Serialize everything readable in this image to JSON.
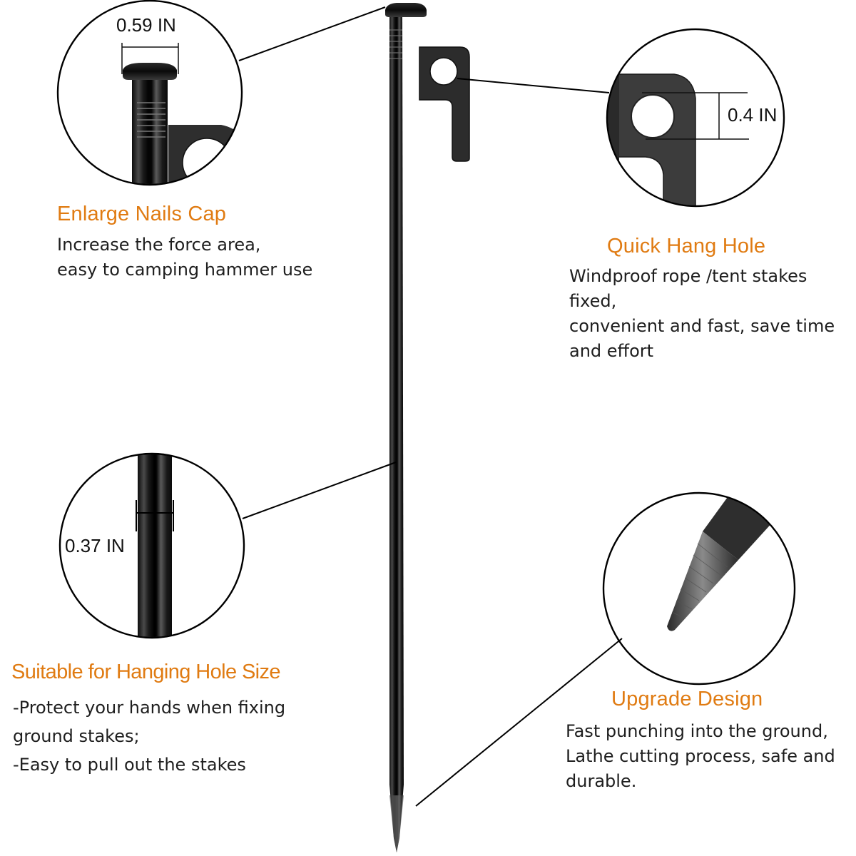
{
  "colors": {
    "heading": "#e07b12",
    "body_text": "#1e1e1e",
    "stake_metal": "#141414",
    "hook_plate": "#3a3a3a",
    "background": "#ffffff"
  },
  "product": {
    "name": "tent stake",
    "parts": [
      "nail cap",
      "ribbed neck",
      "hook plate with hanging hole",
      "shaft",
      "lathe-cut tip"
    ]
  },
  "callouts": [
    {
      "id": "cap",
      "dimension": "0.59 IN",
      "heading": "Enlarge Nails Cap",
      "lines": [
        "Increase the force area,",
        "easy to camping hammer use"
      ]
    },
    {
      "id": "hang-hole",
      "dimension": "0.4 IN",
      "heading": "Quick Hang Hole",
      "lines": [
        "Windproof rope /tent stakes",
        "fixed,",
        "convenient and fast, save time",
        "and effort"
      ]
    },
    {
      "id": "shaft",
      "dimension": "0.37 IN",
      "heading": "Suitable for Hanging Hole Size",
      "lines": [
        "-Protect your hands when fixing",
        "ground stakes;",
        "-Easy to pull out the stakes"
      ]
    },
    {
      "id": "tip",
      "dimension": "",
      "heading": "Upgrade Design",
      "lines": [
        "Fast punching into the ground,",
        "Lathe cutting process, safe and",
        "durable."
      ]
    }
  ]
}
